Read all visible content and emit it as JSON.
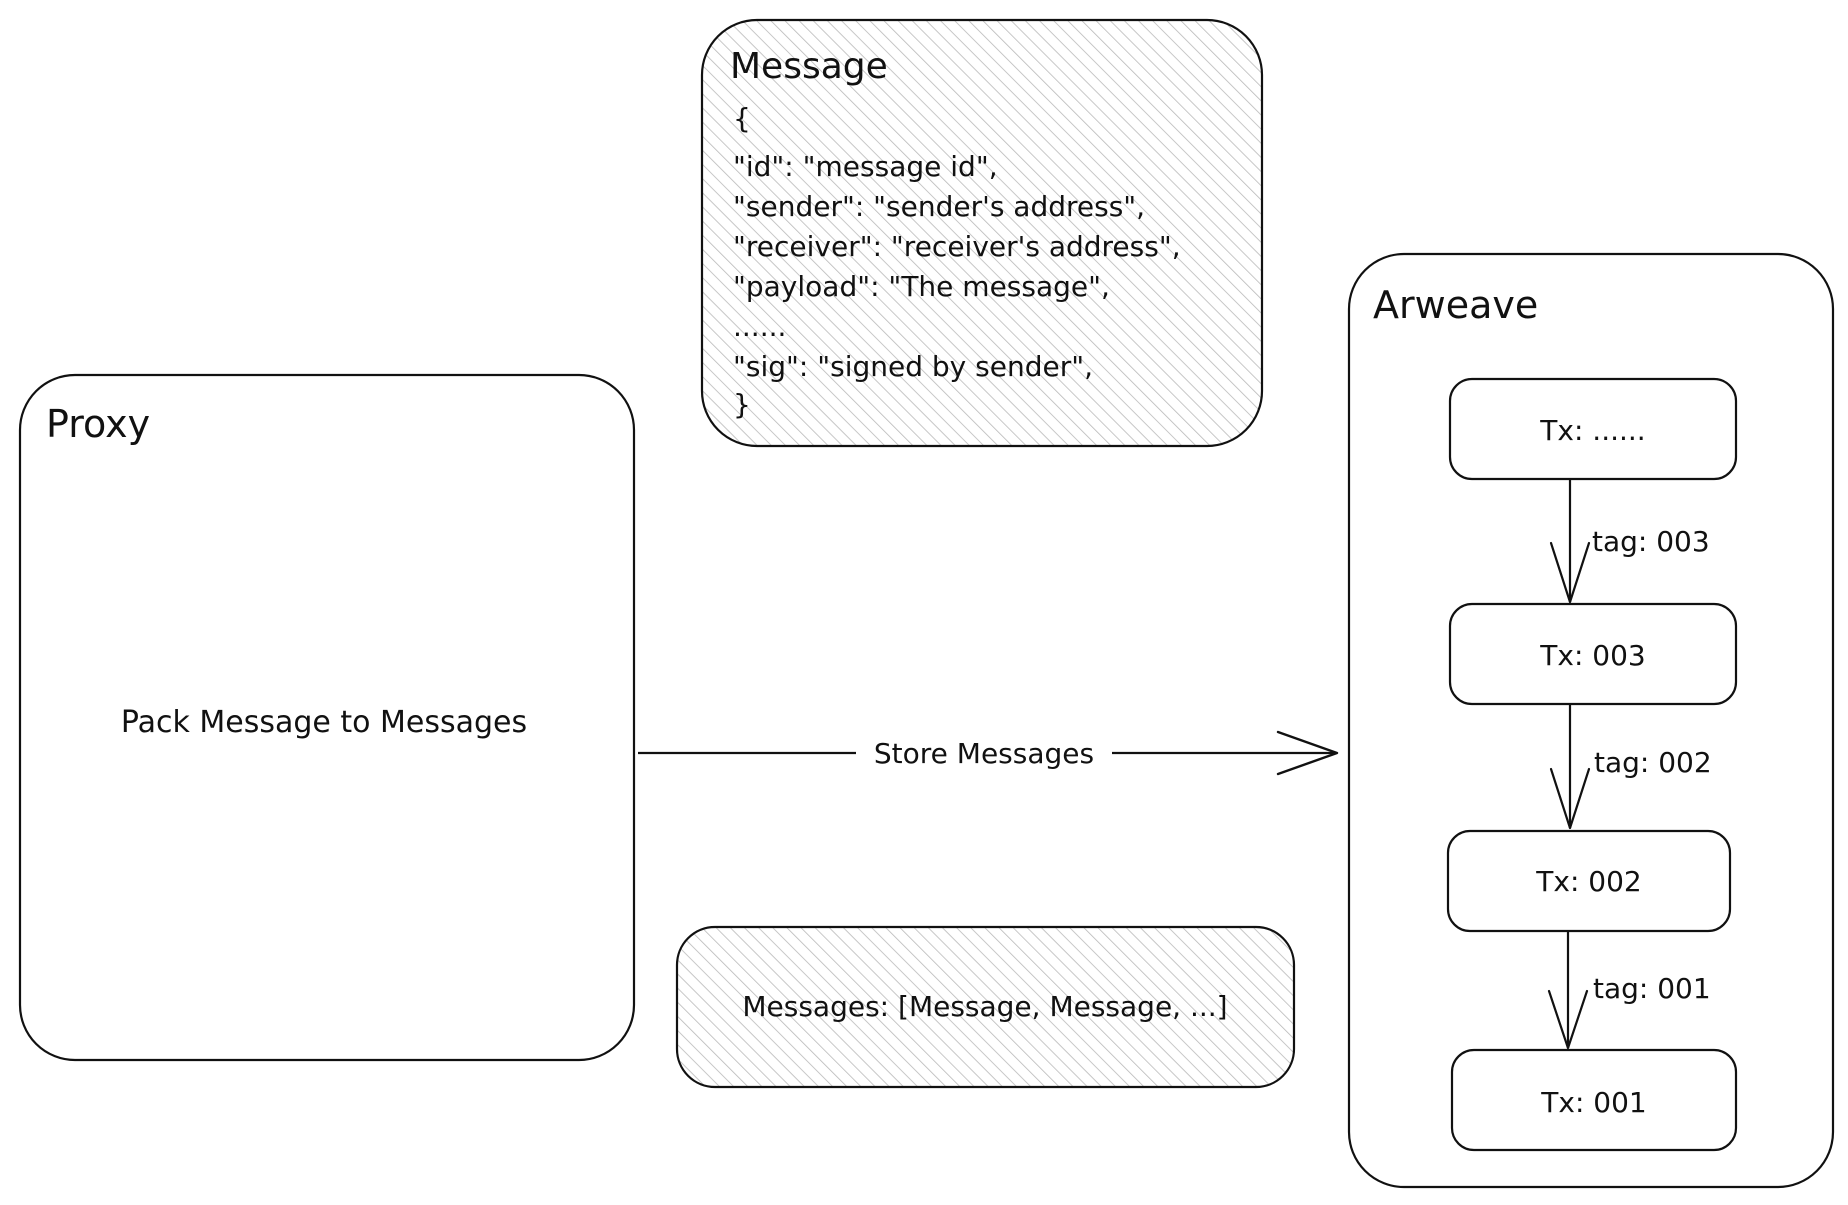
{
  "diagram": {
    "proxy": {
      "title": "Proxy",
      "body": "Pack Message to Messages"
    },
    "message_card": {
      "title": "Message",
      "lines": [
        "{",
        "\"id\": \"message id\",",
        "\"sender\": \"sender's address\",",
        "\"receiver\": \"receiver's address\",",
        "\"payload\": \"The message\",",
        "......",
        "\"sig\": \"signed by sender\",",
        "}"
      ]
    },
    "messages_card": {
      "text": "Messages: [Message, Message, ...]"
    },
    "store_edge": {
      "label": "Store Messages"
    },
    "arweave": {
      "title": "Arweave",
      "txs": [
        "Tx: ......",
        "Tx: 003",
        "Tx: 002",
        "Tx: 001"
      ],
      "edges": [
        "tag: 003",
        "tag: 002",
        "tag: 001"
      ]
    },
    "colors": {
      "stroke": "#111111",
      "hatch": "#b9b9b9",
      "background": "#ffffff"
    }
  }
}
